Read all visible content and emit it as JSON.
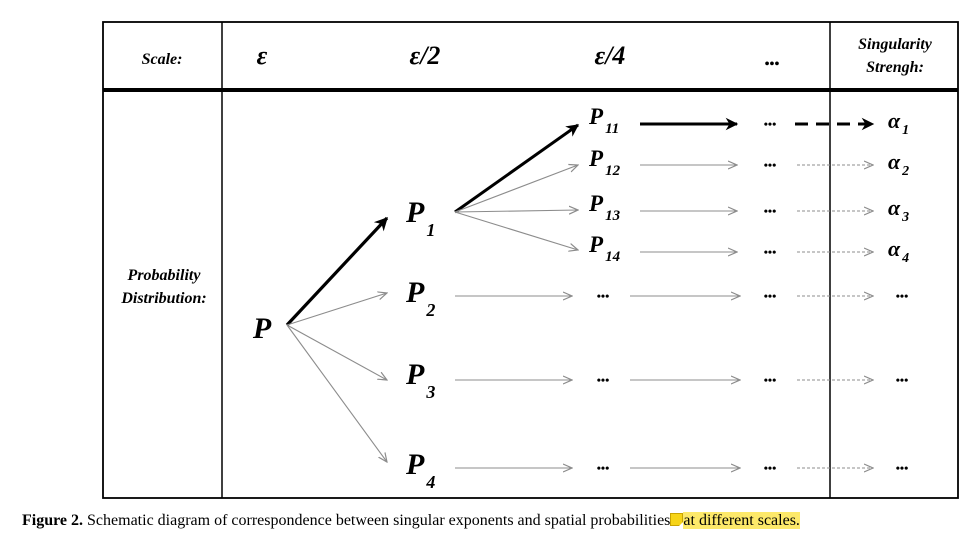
{
  "header": {
    "scale_label": "Scale:",
    "col_eps": "ε",
    "col_eps2": "ε/2",
    "col_eps4": "ε/4",
    "col_dots": "•••",
    "singularity_line1": "Singularity",
    "singularity_line2": "Strengh:"
  },
  "row_label": {
    "line1": "Probability",
    "line2": "Distribution:"
  },
  "nodes": {
    "root": "P",
    "level1": [
      {
        "base": "P",
        "sub": "1"
      },
      {
        "base": "P",
        "sub": "2"
      },
      {
        "base": "P",
        "sub": "3"
      },
      {
        "base": "P",
        "sub": "4"
      }
    ],
    "level2": [
      {
        "base": "P",
        "sub": "11"
      },
      {
        "base": "P",
        "sub": "12"
      },
      {
        "base": "P",
        "sub": "13"
      },
      {
        "base": "P",
        "sub": "14"
      }
    ],
    "ellipsis": "•••"
  },
  "alphas": [
    {
      "base": "α",
      "sub": "1"
    },
    {
      "base": "α",
      "sub": "2"
    },
    {
      "base": "α",
      "sub": "3"
    },
    {
      "base": "α",
      "sub": "4"
    }
  ],
  "caption": {
    "label": "Figure 2.",
    "text": "Schematic diagram of correspondence between singular exponents and spatial probabilities",
    "highlighted": "at different scales."
  },
  "colors": {
    "line": "#000000",
    "thin_arrow": "#8c8c8c",
    "highlight": "#fde96a",
    "note": "#f7d417"
  }
}
